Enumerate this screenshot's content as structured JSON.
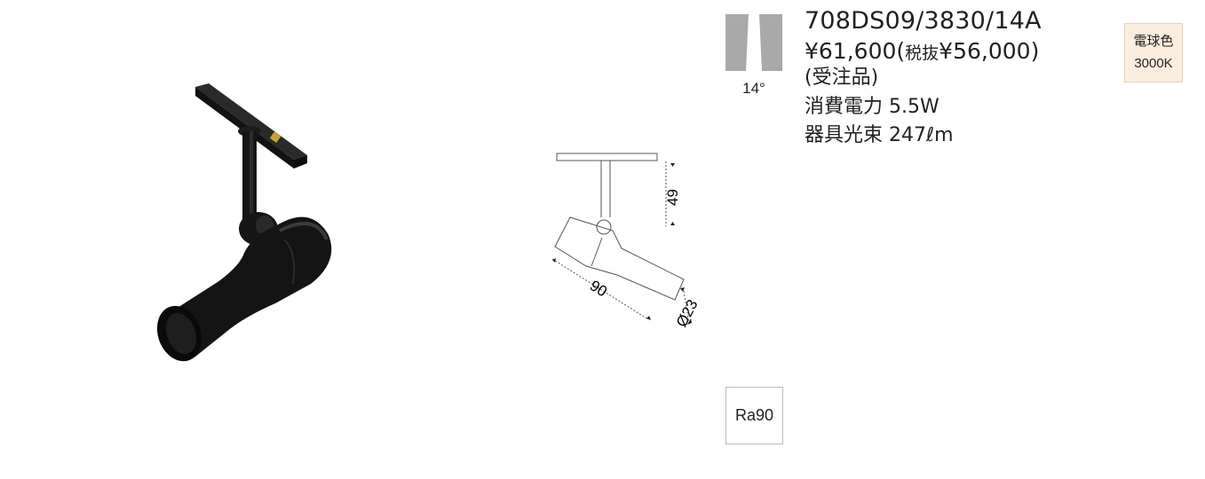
{
  "product": {
    "model": "708DS09/3830/14A",
    "price": "¥61,600",
    "price_paren_open": "(",
    "price_excl_label": "税抜",
    "price_excl": "¥56,000",
    "price_paren_close": ")",
    "order_note": "(受注品)",
    "power_label": "消費電力",
    "power_value": "5.5W",
    "flux_label": "器具光束",
    "flux_value": "247ℓm"
  },
  "beam": {
    "angle": "14°"
  },
  "badge": {
    "color_label": "電球色",
    "color_temp": "3000K"
  },
  "ra": {
    "label": "Ra90"
  },
  "dimensions": {
    "height": "49",
    "length": "90",
    "diameter": "Ø23"
  },
  "colors": {
    "fixture": "#1a1a1a",
    "beam_gray": "#a9a9a9",
    "badge_bg": "#fbeede",
    "mount_accent": "#c9a23a"
  }
}
